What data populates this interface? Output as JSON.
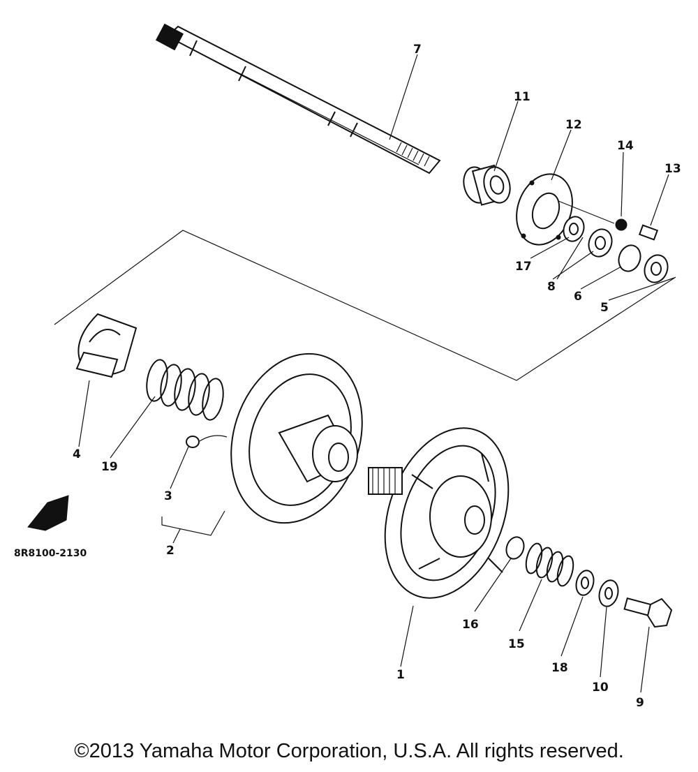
{
  "diagram": {
    "parts": [
      {
        "id": "1",
        "label": "1"
      },
      {
        "id": "2",
        "label": "2"
      },
      {
        "id": "3",
        "label": "3"
      },
      {
        "id": "4",
        "label": "4"
      },
      {
        "id": "5",
        "label": "5"
      },
      {
        "id": "6",
        "label": "6"
      },
      {
        "id": "7",
        "label": "7"
      },
      {
        "id": "8",
        "label": "8"
      },
      {
        "id": "9",
        "label": "9"
      },
      {
        "id": "10",
        "label": "10"
      },
      {
        "id": "11",
        "label": "11"
      },
      {
        "id": "12",
        "label": "12"
      },
      {
        "id": "13",
        "label": "13"
      },
      {
        "id": "14",
        "label": "14"
      },
      {
        "id": "15",
        "label": "15"
      },
      {
        "id": "16",
        "label": "16"
      },
      {
        "id": "17",
        "label": "17"
      },
      {
        "id": "18",
        "label": "18"
      },
      {
        "id": "19",
        "label": "19"
      }
    ],
    "part_code": "8R8100-2130"
  },
  "footer": {
    "copyright": "©2013 Yamaha Motor Corporation, U.S.A. All rights reserved."
  }
}
